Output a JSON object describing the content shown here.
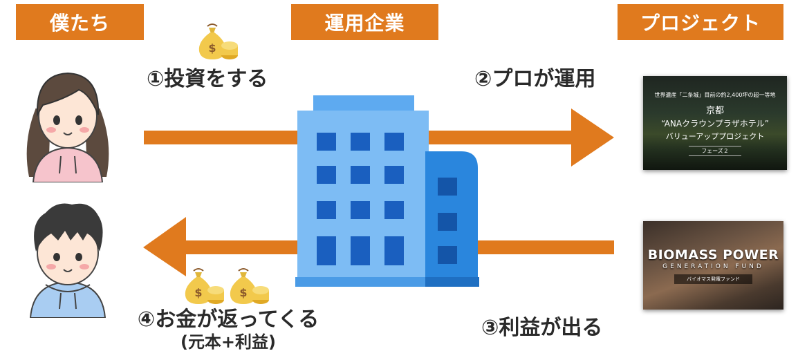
{
  "headers": {
    "left": "僕たち",
    "center": "運用企業",
    "right": "プロジェクト"
  },
  "steps": {
    "invest": "①投資をする",
    "operate": "②プロが運用",
    "profit": "③利益が出る",
    "return_line1": "④お金が返ってくる",
    "return_line2": "(元本+利益)"
  },
  "projects": {
    "hotel": {
      "line1": "世界遺産「二条城」目前の約2,400坪の超一等地",
      "line2": "京都",
      "line3": "“ANAクラウンプラザホテル”",
      "line4": "バリューアッププロジェクト",
      "line5": "フェーズ２"
    },
    "biomass": {
      "line1": "BIOMASS POWER",
      "line2": "GENERATION FUND",
      "line3": "バイオマス発電ファンド"
    }
  },
  "colors": {
    "header": "#e07a1e",
    "arrow": "#e07a1e",
    "building_light": "#73b6f2",
    "building_dark": "#2a86dd",
    "window": "#1a5fbf"
  },
  "icons": [
    "money-bag-icon",
    "person-woman-icon",
    "person-boy-icon",
    "office-building-icon",
    "arrow-right-icon",
    "arrow-left-icon"
  ]
}
